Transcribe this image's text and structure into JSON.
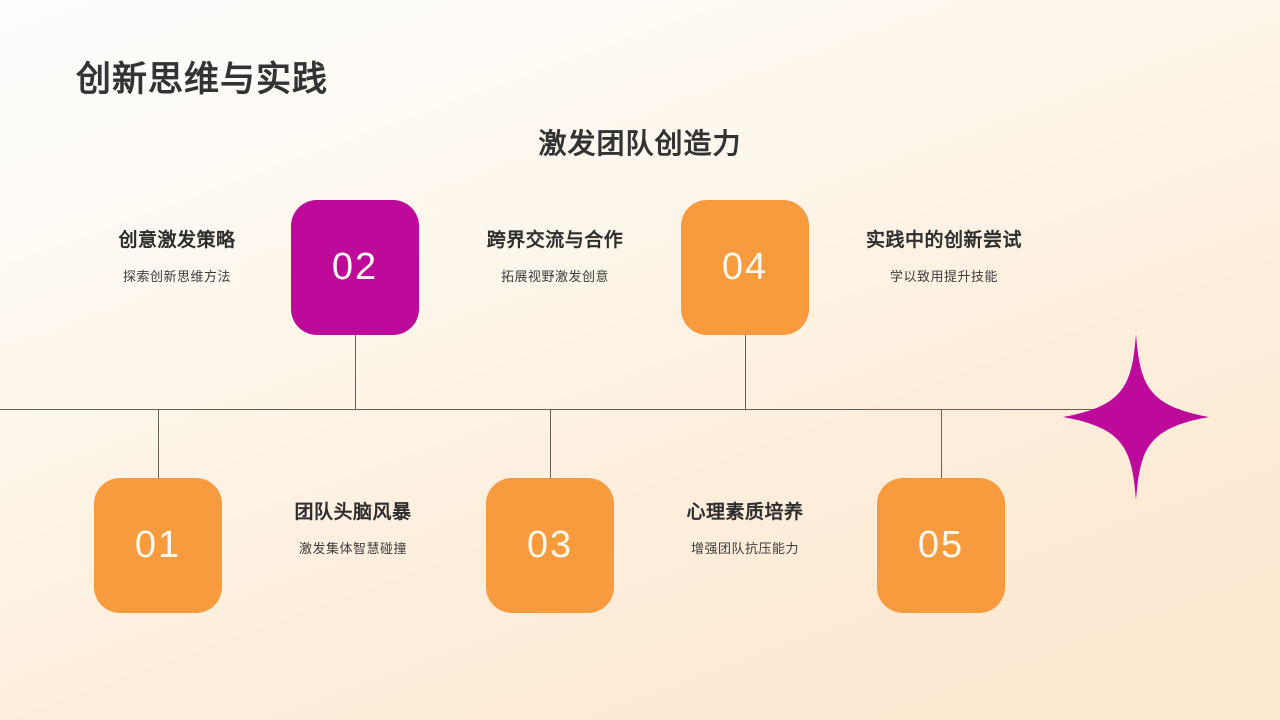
{
  "header": {
    "title": "创新思维与实践",
    "subtitle": "激发团队创造力"
  },
  "theme": {
    "orange": "#F89A3E",
    "magenta": "#BE0A9B",
    "line": "#6B5E52",
    "text_dark": "#2E2E2E",
    "bg_top": "#FEFDFC",
    "bg_bottom": "#FDE9D2"
  },
  "timeline": {
    "items": [
      {
        "number": "01",
        "title": "创意激发策略",
        "desc": "探索创新思维方法",
        "color": "orange",
        "position": "bottom"
      },
      {
        "number": "02",
        "title": "团队头脑风暴",
        "desc": "激发集体智慧碰撞",
        "color": "magenta",
        "position": "top"
      },
      {
        "number": "03",
        "title": "跨界交流与合作",
        "desc": "拓展视野激发创意",
        "color": "orange",
        "position": "bottom"
      },
      {
        "number": "04",
        "title": "心理素质培养",
        "desc": "增强团队抗压能力",
        "color": "orange",
        "position": "top"
      },
      {
        "number": "05",
        "title": "实践中的创新尝试",
        "desc": "学以致用提升技能",
        "color": "orange",
        "position": "bottom"
      }
    ],
    "labels_top": [
      {
        "title": "创意激发策略",
        "desc": "探索创新思维方法"
      },
      {
        "title": "跨界交流与合作",
        "desc": "拓展视野激发创意"
      },
      {
        "title": "实践中的创新尝试",
        "desc": "学以致用提升技能"
      }
    ],
    "labels_bottom": [
      {
        "title": "团队头脑风暴",
        "desc": "激发集体智慧碰撞"
      },
      {
        "title": "心理素质培养",
        "desc": "增强团队抗压能力"
      }
    ]
  },
  "decoration": {
    "sparkle": "four-point-star"
  }
}
